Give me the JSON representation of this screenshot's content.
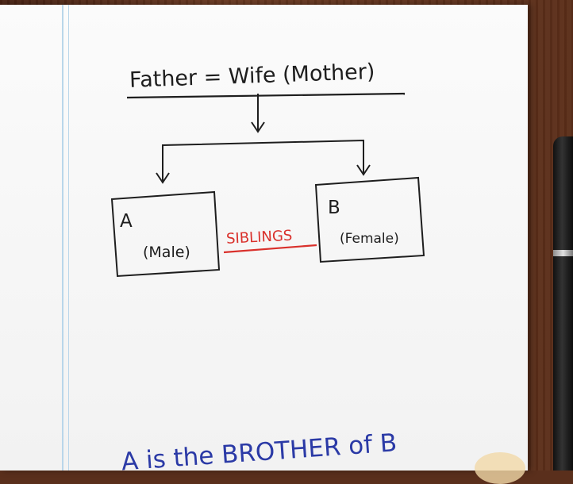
{
  "parents_label": "Father = Wife (Mother)",
  "child_a": {
    "letter": "A",
    "gender": "(Male)"
  },
  "child_b": {
    "letter": "B",
    "gender": "(Female)"
  },
  "relation_label": "SIBLINGS",
  "conclusion": "A is the BROTHER of B",
  "colors": {
    "ink": "#1e1e1e",
    "relation": "#d9302b",
    "conclusion": "#2b3aa6",
    "margin_line": "#b9d6ea",
    "paper": "#f7f7f7"
  }
}
